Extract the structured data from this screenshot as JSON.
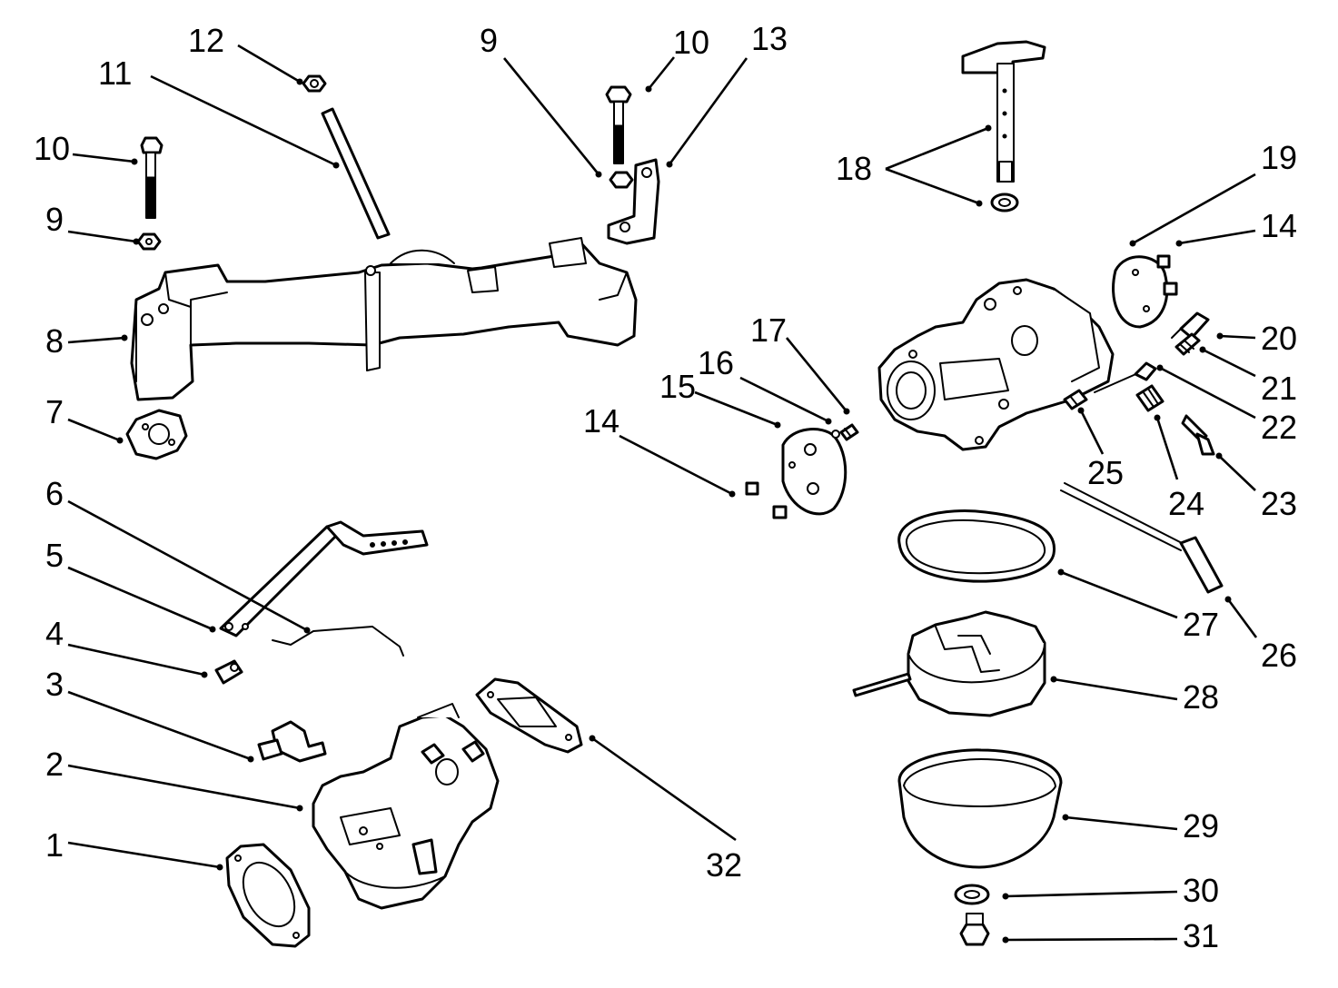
{
  "colors": {
    "line": "#000000",
    "background": "#ffffff"
  },
  "callouts": {
    "c1": "1",
    "c2": "2",
    "c3": "3",
    "c4": "4",
    "c5": "5",
    "c6": "6",
    "c7": "7",
    "c8": "8",
    "c9a": "9",
    "c9b": "9",
    "c10a": "10",
    "c10b": "10",
    "c11": "11",
    "c12": "12",
    "c13": "13",
    "c14a": "14",
    "c14b": "14",
    "c15": "15",
    "c16": "16",
    "c17": "17",
    "c18": "18",
    "c19": "19",
    "c20": "20",
    "c21": "21",
    "c22": "22",
    "c23": "23",
    "c24": "24",
    "c25": "25",
    "c26": "26",
    "c27": "27",
    "c28": "28",
    "c29": "29",
    "c30": "30",
    "c31": "31",
    "c32": "32"
  }
}
